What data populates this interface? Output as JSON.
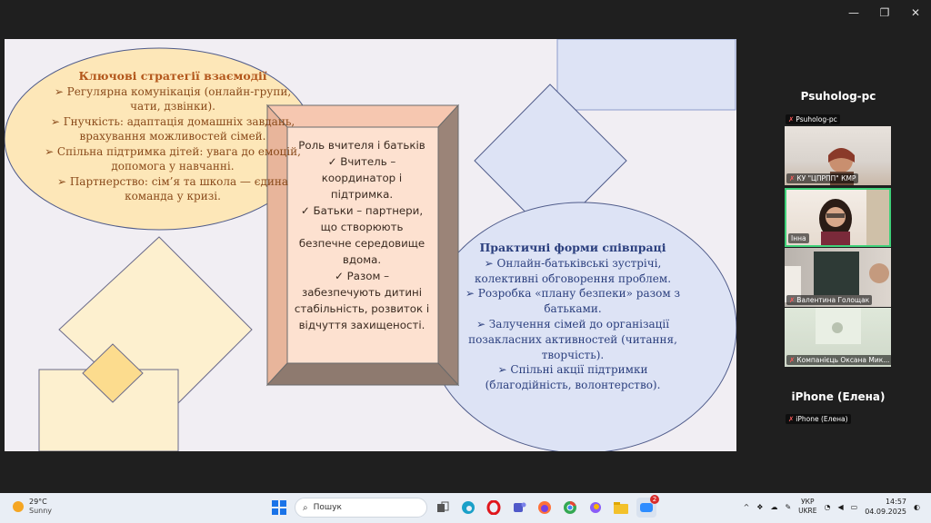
{
  "window": {
    "minimize": "—",
    "restore": "❐",
    "close": "✕"
  },
  "slide": {
    "left_oval": {
      "title": "Ключові стратегії взаємодії",
      "items": [
        "➢  Регулярна комунікація (онлайн-групи, чати, дзвінки).",
        "➢  Гнучкість: адаптація домашніх завдань, врахування можливостей сімей.",
        "➢  Спільна підтримка дітей: увага до емоцій, допомога у навчанні.",
        "➢  Партнерство: сім’я та школа — єдина команда у кризі."
      ]
    },
    "center_box": {
      "title": "Роль вчителя і батьків",
      "items": [
        "✓ Вчитель – координатор і підтримка.",
        "✓ Батьки – партнери, що створюють безпечне середовище вдома.",
        "✓ Разом – забезпечують дитині стабільність, розвиток і відчуття захищеності."
      ]
    },
    "right_oval": {
      "title": "Практичні форми співпраці",
      "items": [
        "➢  Онлайн-батьківські зустрічі, колективні обговорення проблем.",
        "➢  Розробка «плану безпеки» разом з батьками.",
        "➢  Залучення сімей до організації позакласних активностей (читання, творчість).",
        "➢  Спільні акції підтримки (благодійність, волонтерство)."
      ]
    }
  },
  "sidebar": {
    "host_name": "Psuholog-pc",
    "host_tag": "Psuholog-pc",
    "tiles": [
      {
        "label": "КУ \"ЦПРПП\" КМР"
      },
      {
        "label": "Інна"
      },
      {
        "label": "Валентина Голощак"
      },
      {
        "label": "Компанієць Оксана Мик..."
      }
    ],
    "iphone_name": "iPhone (Елена)",
    "iphone_tag": "iPhone (Елена)"
  },
  "taskbar": {
    "temp": "29°C",
    "weather": "Sunny",
    "search_placeholder": "Пошук",
    "lang_top": "УКР",
    "lang_bottom": "UKRE",
    "time": "14:57",
    "date": "04.09.2025",
    "tray_caret": "^",
    "notif_badge": "2"
  }
}
